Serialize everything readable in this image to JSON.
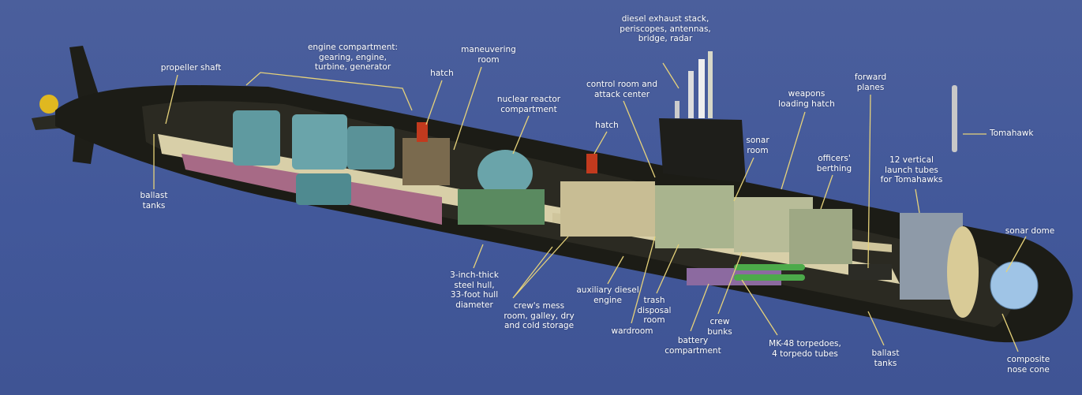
{
  "title": "Submarine cutaway diagram",
  "colors": {
    "background": "#4b5f9c",
    "hull": "#1c1c16",
    "interior": "#d8cfa8",
    "leader": "#e6d27a",
    "machinery": "#5f9aa0",
    "tanks": "#a76a86"
  },
  "labels": {
    "propeller_shaft": "propeller shaft",
    "engine_compartment": "engine compartment:\ngearing, engine,\nturbine, generator",
    "hatch_aft": "hatch",
    "maneuvering_room": "maneuvering\nroom",
    "nuclear_reactor": "nuclear reactor\ncompartment",
    "control_room": "control room and\nattack center",
    "diesel_exhaust": "diesel exhaust stack,\nperiscopes, antennas,\nbridge, radar",
    "hatch_fwd": "hatch",
    "sonar_room": "sonar\nroom",
    "weapons_hatch": "weapons\nloading hatch",
    "forward_planes": "forward\nplanes",
    "tomahawk": "Tomahawk",
    "officers_berthing": "officers'\nberthing",
    "launch_tubes": "12 vertical\nlaunch tubes\nfor Tomahawks",
    "sonar_dome": "sonar dome",
    "ballast_tanks_aft": "ballast\ntanks",
    "steel_hull": "3-inch-thick\nsteel hull,\n33-foot hull\ndiameter",
    "crews_mess": "crew's mess\nroom, galley, dry\nand cold storage",
    "aux_diesel": "auxiliary diesel\nengine",
    "wardroom": "wardroom",
    "trash_disposal": "trash\ndisposal\nroom",
    "battery": "battery\ncompartment",
    "crew_bunks": "crew\nbunks",
    "torpedoes": "MK-48 torpedoes,\n4 torpedo tubes",
    "ballast_tanks_fwd": "ballast\ntanks",
    "nose_cone": "composite\nnose cone"
  }
}
